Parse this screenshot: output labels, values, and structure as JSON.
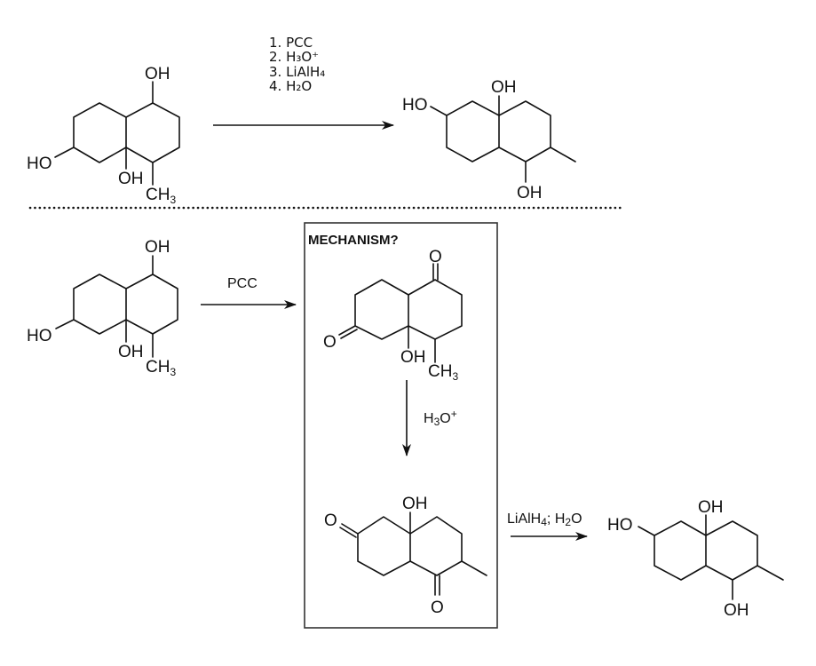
{
  "colors": {
    "ink": "#111111",
    "box": "#333333",
    "background": "#ffffff"
  },
  "top_scheme": {
    "reagents": [
      "1. PCC",
      "2. H₃O⁺",
      "3. LiAlH₄",
      "4. H₂O"
    ],
    "reagent_parts": [
      {
        "num": "1.",
        "text": "PCC"
      },
      {
        "num": "2.",
        "text": "H",
        "sub": "3",
        "after": "O",
        "sup": "+"
      },
      {
        "num": "3.",
        "text": "LiAlH",
        "sub": "4"
      },
      {
        "num": "4.",
        "text": "H",
        "sub": "2",
        "after": "O"
      }
    ],
    "starting_material": {
      "labels": {
        "oh_top": "OH",
        "ho_left": "HO",
        "oh_bottom": "OH",
        "ch3": "CH",
        "ch3_sub": "3"
      }
    },
    "product": {
      "labels": {
        "ho_left": "HO",
        "oh_top": "OH",
        "oh_bottom": "OH"
      }
    }
  },
  "bottom_scheme": {
    "starting_material": {
      "labels": {
        "oh_top": "OH",
        "ho_left": "HO",
        "oh_bottom": "OH",
        "ch3": "CH",
        "ch3_sub": "3"
      }
    },
    "step1_reagent": "PCC",
    "mechanism_box": {
      "title": "MECHANISM?",
      "intermediate_1": {
        "labels": {
          "o_top": "O",
          "o_left": "O",
          "oh": "OH",
          "ch3": "CH",
          "ch3_sub": "3"
        }
      },
      "step2_reagent": {
        "text": "H",
        "sub": "3",
        "after": "O",
        "sup": "+"
      },
      "intermediate_2": {
        "labels": {
          "o_left": "O",
          "oh_top": "OH",
          "o_bottom": "O"
        }
      }
    },
    "step3_reagent": {
      "a": "LiAlH",
      "a_sub": "4",
      "sep": "; H",
      "b_sub": "2",
      "b_after": "O"
    },
    "product": {
      "labels": {
        "ho_left": "HO",
        "oh_top": "OH",
        "oh_bottom": "OH"
      }
    }
  }
}
